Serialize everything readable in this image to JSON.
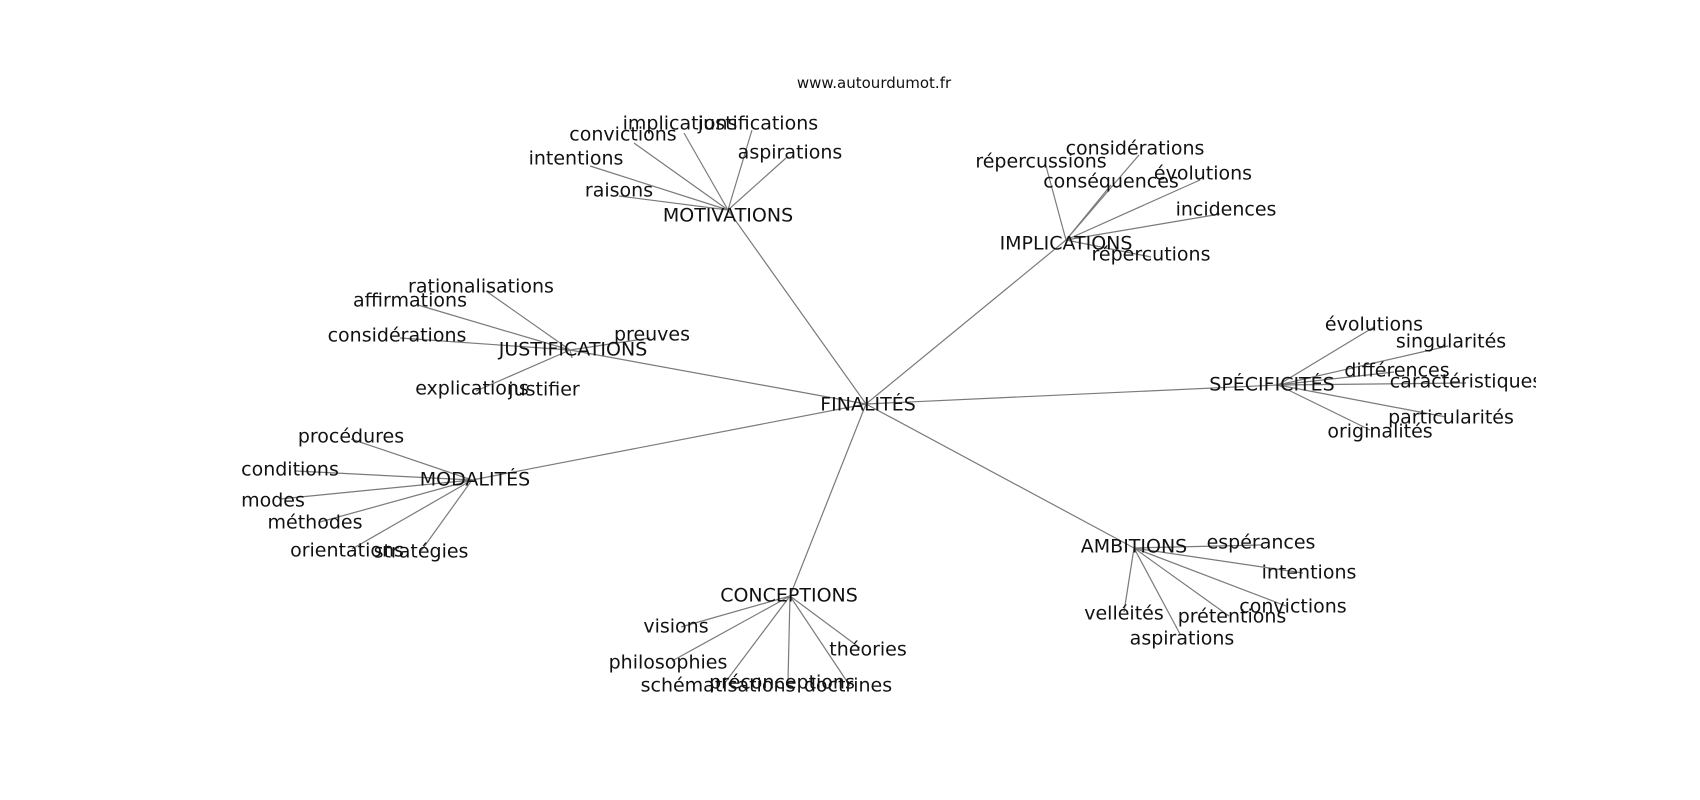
{
  "site_label": "www.autourdumot.fr",
  "root": {
    "id": "finalites",
    "label": "FINALITÉS"
  },
  "groups": [
    {
      "id": "motivations",
      "label": "MOTIVATIONS",
      "children": [
        "implications",
        "justifications",
        "convictions",
        "aspirations",
        "intentions",
        "raisons"
      ]
    },
    {
      "id": "implications",
      "label": "IMPLICATIONS",
      "children": [
        "considérations",
        "répercussions",
        "évolutions",
        "conséquences",
        "incidences",
        "répercutions"
      ]
    },
    {
      "id": "justifications",
      "label": "JUSTIFICATIONS",
      "children": [
        "rationalisations",
        "affirmations",
        "considérations",
        "preuves",
        "explications",
        "justifier"
      ]
    },
    {
      "id": "specificites",
      "label": "SPÉCIFICITÉS",
      "children": [
        "évolutions",
        "singularités",
        "différences",
        "caractéristiques",
        "particularités",
        "originalités"
      ]
    },
    {
      "id": "modalites",
      "label": "MODALITÉS",
      "children": [
        "procédures",
        "conditions",
        "modes",
        "méthodes",
        "orientations",
        "stratégies"
      ]
    },
    {
      "id": "ambitions",
      "label": "AMBITIONS",
      "children": [
        "espérances",
        "intentions",
        "convictions",
        "velléités",
        "prétentions",
        "aspirations"
      ]
    },
    {
      "id": "conceptions",
      "label": "CONCEPTIONS",
      "children": [
        "visions",
        "théories",
        "philosophies",
        "préconceptions",
        "schématisations",
        "doctrines"
      ]
    }
  ]
}
